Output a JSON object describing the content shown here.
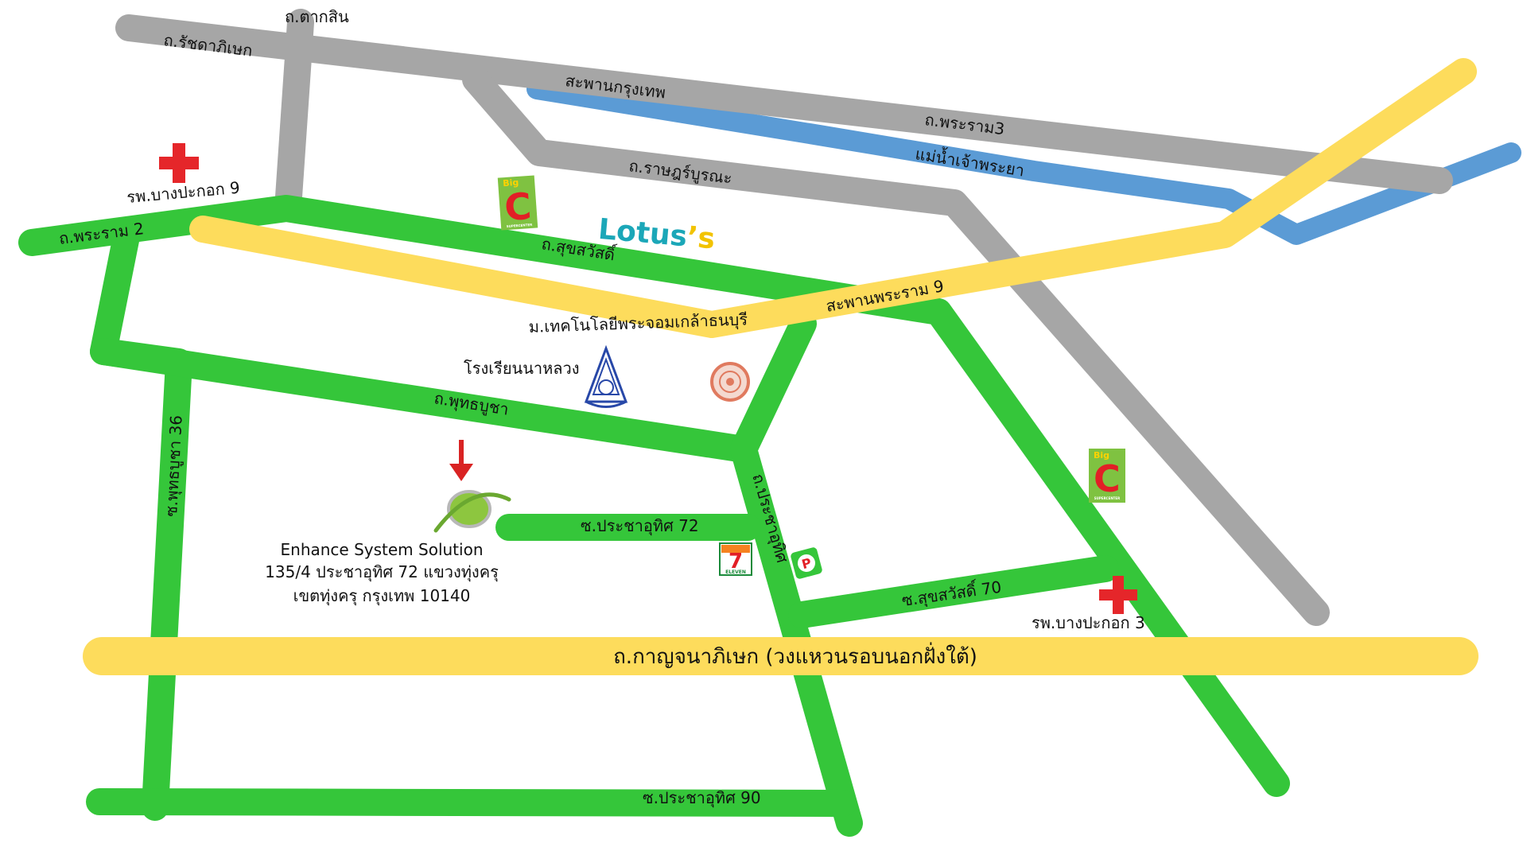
{
  "map": {
    "colors": {
      "minor_road": "#35c63a",
      "major_road": "#fddc5c",
      "gray_road": "#a6a6a6",
      "river": "#5b9bd5",
      "hospital": "#e5262a",
      "arrow": "#d92323"
    },
    "roads": {
      "ratchadaphisek": "ถ.รัชดาภิเษก",
      "taksin": "ถ.ตากสิน",
      "krungthep_bridge": "สะพานกรุงเทพ",
      "rama3": "ถ.พระราม3",
      "river": "แม่น้ำเจ้าพระยา",
      "ratburana": "ถ.ราษฎร์บูรณะ",
      "rama2": "ถ.พระราม 2",
      "suksawat": "ถ.สุขสวัสดิ์",
      "rama9_bridge": "สะพานพระราม 9",
      "phutthabucha": "ถ.พุทธบูชา",
      "phutthabucha36": "ซ.พุทธบูชา 36",
      "pracha_uthit72": "ซ.ประชาอุทิศ 72",
      "pracha_uthit": "ถ.ประชาอุทิศ",
      "suksawat70": "ซ.สุขสวัสดิ์ 70",
      "kanchanaphisek": "ถ.กาญจนาภิเษก (วงแหวนรอบนอกฝั่งใต้)",
      "pracha_uthit90": "ซ.ประชาอุทิศ 90"
    },
    "landmarks": {
      "hospital_1": "รพ.บางปะกอก 9",
      "hospital_2": "รพ.บางปะกอก 3",
      "university": "ม.เทคโนโลยีพระจอมเกล้าธนบุรี",
      "school": "โรงเรียนนาหลวง",
      "lotus_name": "Lotus",
      "lotus_suffix": "’s",
      "bigc_top": "Big",
      "bigc_letter": "C",
      "bigc_bottom": "SUPERCENTER",
      "seven_digit": "7",
      "seven_word": "ELEVEN",
      "ptt_letter": "P"
    },
    "company": {
      "name": "Enhance System Solution",
      "address_line1": "135/4 ประชาอุทิศ 72 แขวงทุ่งครุ",
      "address_line2": "เขตทุ่งครุ กรุงเทพ 10140"
    }
  }
}
